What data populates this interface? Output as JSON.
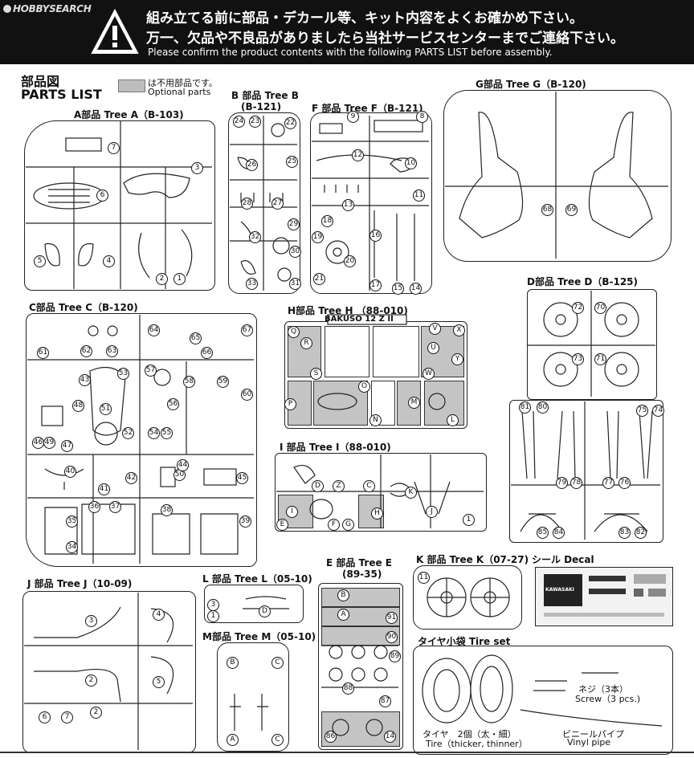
{
  "header": {
    "watermark": "HOBBYSEARCH",
    "jp_line1": "組み立てる前に部品・デカール等、キット内容をよくお確かめ下さい。",
    "jp_line2": "万一、欠品や不良品がありましたら当社サービスセンターまでご連絡下さい。",
    "en_line": "Please confirm the product contents with the following PARTS LIST before assembly."
  },
  "title": {
    "jp": "部品図",
    "en": "PARTS LIST"
  },
  "legend": {
    "jp": "は不用部品です。",
    "en": "Optional parts"
  },
  "trees": {
    "A": {
      "label": "A部品 Tree A（B-103)"
    },
    "B": {
      "label": "B 部品 Tree B",
      "code": "(B-121)"
    },
    "F": {
      "label": "F 部品 Tree F（B-121)"
    },
    "G": {
      "label": "G部品 Tree G（B-120)"
    },
    "C": {
      "label": "C部品 Tree C（B-120)"
    },
    "H": {
      "label": "H部品 Tree H （88-010)",
      "plate": "BAKUSO 12 Z II"
    },
    "D": {
      "label": "D部品 Tree D（B-125)"
    },
    "I": {
      "label": "I 部品 Tree I（88-010)"
    },
    "J": {
      "label": "J 部品 Tree J（10-09)"
    },
    "L": {
      "label": "L 部品 Tree L（05-10)"
    },
    "M": {
      "label": "M部品 Tree M（05-10)"
    },
    "E": {
      "label": "E 部品 Tree E",
      "code": "(89-35)"
    },
    "K": {
      "label": "K 部品 Tree K（07-27)"
    }
  },
  "decal": {
    "label": "シール Decal",
    "brand": "KAWASAKI"
  },
  "tireset": {
    "label": "タイヤ小袋 Tire set",
    "screw_jp": "ネジ（3本）",
    "screw_en": "Screw（3 pcs.)",
    "tire_jp": "タイヤ　2個（太・細）",
    "tire_en": "Tire（thicker, thinner）",
    "pipe_jp": "ビニールパイプ",
    "pipe_en": "Vinyl pipe"
  },
  "part_numbers": [
    {
      "n": "7"
    },
    {
      "n": "3"
    },
    {
      "n": "6"
    },
    {
      "n": "5"
    },
    {
      "n": "4"
    },
    {
      "n": "2"
    },
    {
      "n": "1"
    },
    {
      "n": "24"
    },
    {
      "n": "23"
    },
    {
      "n": "22"
    },
    {
      "n": "26"
    },
    {
      "n": "25"
    },
    {
      "n": "28"
    },
    {
      "n": "27"
    },
    {
      "n": "32"
    },
    {
      "n": "29"
    },
    {
      "n": "30"
    },
    {
      "n": "33"
    },
    {
      "n": "31"
    },
    {
      "n": "9"
    },
    {
      "n": "8"
    },
    {
      "n": "12"
    },
    {
      "n": "10"
    },
    {
      "n": "13"
    },
    {
      "n": "11"
    },
    {
      "n": "18"
    },
    {
      "n": "19"
    },
    {
      "n": "16"
    },
    {
      "n": "20"
    },
    {
      "n": "21"
    },
    {
      "n": "17"
    },
    {
      "n": "15"
    },
    {
      "n": "14"
    },
    {
      "n": "68"
    },
    {
      "n": "69"
    },
    {
      "n": "61"
    },
    {
      "n": "62"
    },
    {
      "n": "63"
    },
    {
      "n": "64"
    },
    {
      "n": "65"
    },
    {
      "n": "66"
    },
    {
      "n": "67"
    },
    {
      "n": "43"
    },
    {
      "n": "53"
    },
    {
      "n": "57"
    },
    {
      "n": "58"
    },
    {
      "n": "59"
    },
    {
      "n": "60"
    },
    {
      "n": "48"
    },
    {
      "n": "51"
    },
    {
      "n": "56"
    },
    {
      "n": "49"
    },
    {
      "n": "52"
    },
    {
      "n": "54"
    },
    {
      "n": "55"
    },
    {
      "n": "50"
    },
    {
      "n": "46"
    },
    {
      "n": "47"
    },
    {
      "n": "40"
    },
    {
      "n": "42"
    },
    {
      "n": "44"
    },
    {
      "n": "45"
    },
    {
      "n": "41"
    },
    {
      "n": "35"
    },
    {
      "n": "36"
    },
    {
      "n": "37"
    },
    {
      "n": "38"
    },
    {
      "n": "34"
    },
    {
      "n": "39"
    },
    {
      "n": "Q"
    },
    {
      "n": "V"
    },
    {
      "n": "X"
    },
    {
      "n": "R"
    },
    {
      "n": "U"
    },
    {
      "n": "Y"
    },
    {
      "n": "S"
    },
    {
      "n": "W"
    },
    {
      "n": "O"
    },
    {
      "n": "P"
    },
    {
      "n": "M"
    },
    {
      "n": "N"
    },
    {
      "n": "L"
    },
    {
      "n": "72"
    },
    {
      "n": "70"
    },
    {
      "n": "73"
    },
    {
      "n": "71"
    },
    {
      "n": "81"
    },
    {
      "n": "80"
    },
    {
      "n": "75"
    },
    {
      "n": "74"
    },
    {
      "n": "79"
    },
    {
      "n": "78"
    },
    {
      "n": "77"
    },
    {
      "n": "76"
    },
    {
      "n": "85"
    },
    {
      "n": "84"
    },
    {
      "n": "83"
    },
    {
      "n": "82"
    },
    {
      "n": "D"
    },
    {
      "n": "Z"
    },
    {
      "n": "C"
    },
    {
      "n": "K"
    },
    {
      "n": "I"
    },
    {
      "n": "H"
    },
    {
      "n": "E"
    },
    {
      "n": "F"
    },
    {
      "n": "G"
    },
    {
      "n": "J"
    },
    {
      "n": "1"
    },
    {
      "n": "3"
    },
    {
      "n": "4"
    },
    {
      "n": "2"
    },
    {
      "n": "5"
    },
    {
      "n": "6"
    },
    {
      "n": "7"
    },
    {
      "n": "2"
    },
    {
      "n": "3"
    },
    {
      "n": "1"
    },
    {
      "n": "D"
    },
    {
      "n": "B"
    },
    {
      "n": "C"
    },
    {
      "n": "A"
    },
    {
      "n": "C"
    },
    {
      "n": "B"
    },
    {
      "n": "A"
    },
    {
      "n": "91"
    },
    {
      "n": "90"
    },
    {
      "n": "89"
    },
    {
      "n": "88"
    },
    {
      "n": "87"
    },
    {
      "n": "86"
    },
    {
      "n": "14"
    },
    {
      "n": "11"
    }
  ],
  "colors": {
    "banner": "#111111",
    "optional": "#c4c4c4"
  }
}
